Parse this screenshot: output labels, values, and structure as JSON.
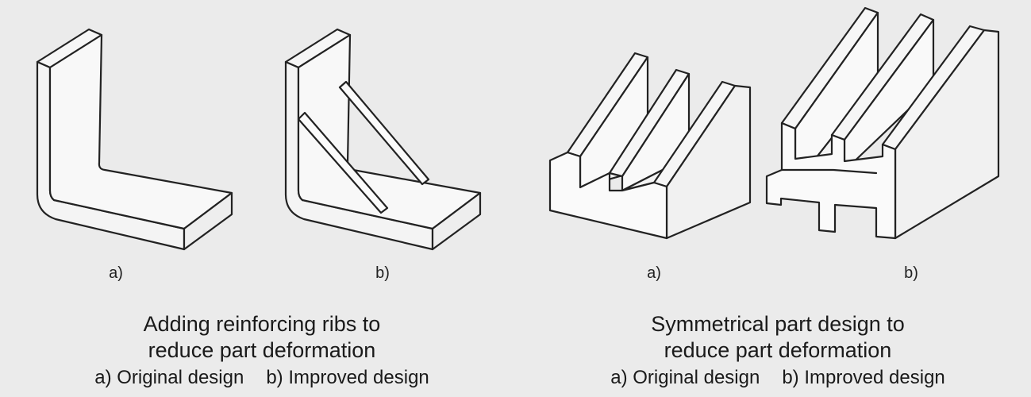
{
  "panels": [
    {
      "label_a": "a)",
      "label_b": "b)",
      "title_line1": "Adding reinforcing ribs to",
      "title_line2": "reduce part deformation",
      "sub_a": "a) Original design",
      "sub_b": "b) Improved design"
    },
    {
      "label_a": "a)",
      "label_b": "b)",
      "title_line1": "Symmetrical part design to",
      "title_line2": "reduce part deformation",
      "sub_a": "a) Original design",
      "sub_b": "b) Improved design"
    }
  ]
}
